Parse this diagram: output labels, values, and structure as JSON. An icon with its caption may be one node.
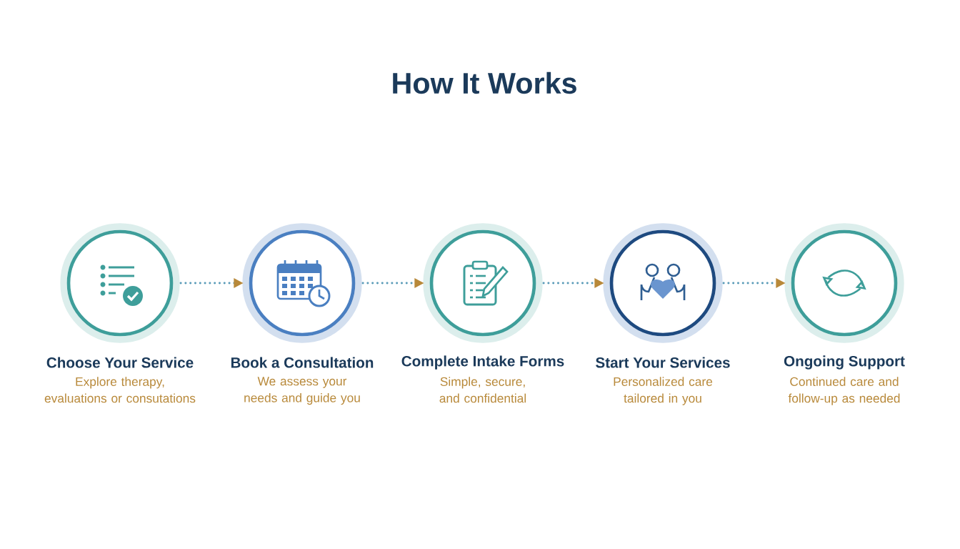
{
  "diagram": {
    "title": "How It Works",
    "nodes": [
      {
        "text": [
          "Choose Your Service",
          "Explore therapy, evaluations or consutations"
        ]
      },
      {
        "text": [
          "Book a Consultation",
          "We assess your needs and guide you"
        ]
      },
      {
        "text": [
          "Complete Intake Forms",
          "Simple, secure, and confidential"
        ]
      },
      {
        "text": [
          "Start Your Services",
          "Personalized care tailored in you"
        ]
      },
      {
        "text": [
          "Ongoing Support",
          "Continued care and follow-up as needed"
        ]
      }
    ],
    "edges": [
      {
        "from": 0,
        "to": 1,
        "arrow": "to"
      },
      {
        "from": 1,
        "to": 2,
        "arrow": "to"
      },
      {
        "from": 2,
        "to": 3,
        "arrow": "to"
      },
      {
        "from": 3,
        "to": 4,
        "arrow": "to"
      }
    ]
  }
}
